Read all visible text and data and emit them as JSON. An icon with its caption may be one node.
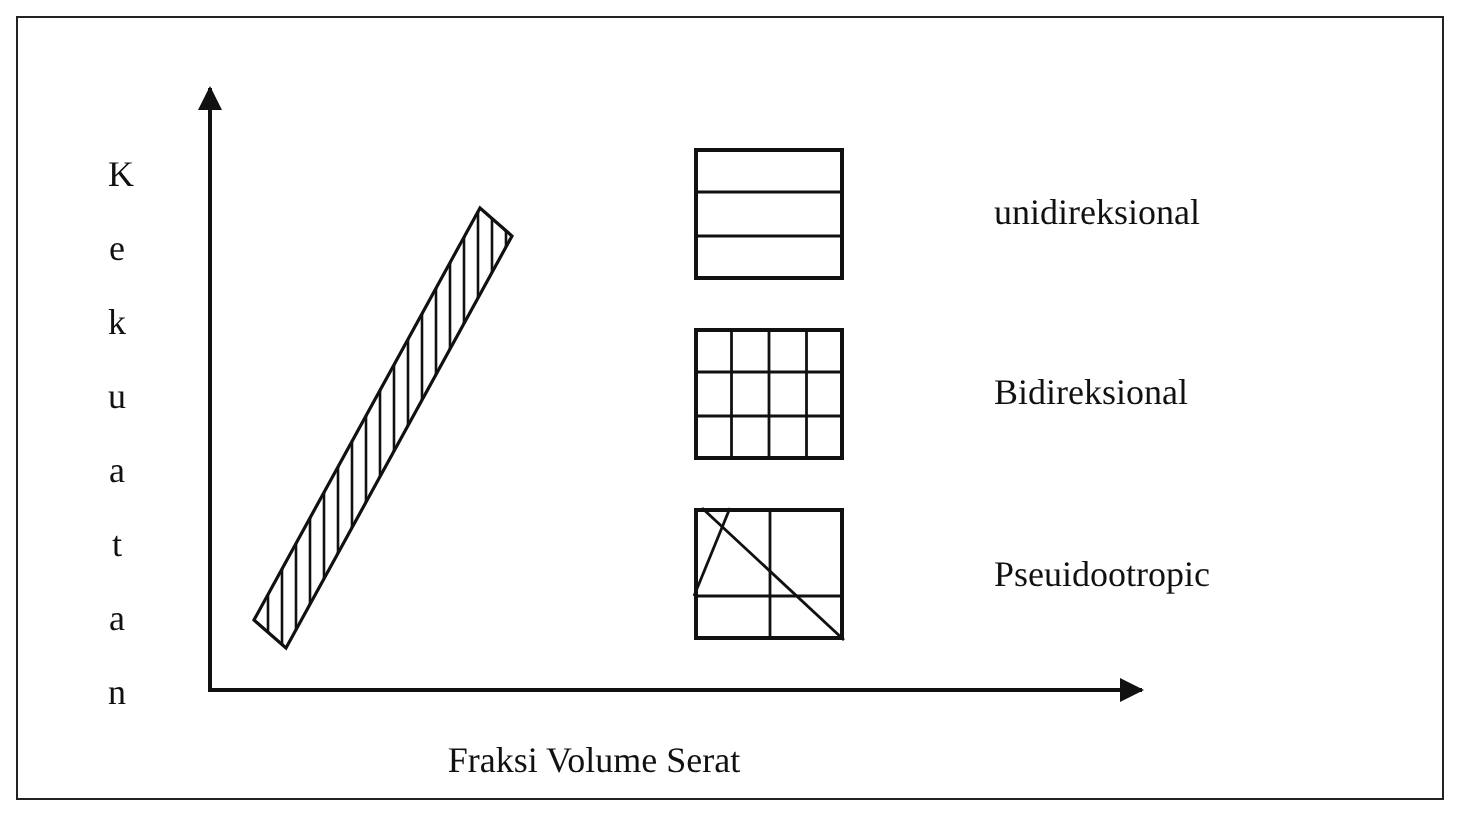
{
  "diagram": {
    "nodes": [
      {
        "text": [],
        "shape": "box"
      },
      {
        "text": [],
        "shape": "box"
      },
      {
        "text": [],
        "shape": "box"
      }
    ],
    "labels": [
      "Kekuatan",
      "unidireksional",
      "Bidireksional",
      "Pseuidootropic",
      "Fraksi Volume Serat"
    ]
  }
}
